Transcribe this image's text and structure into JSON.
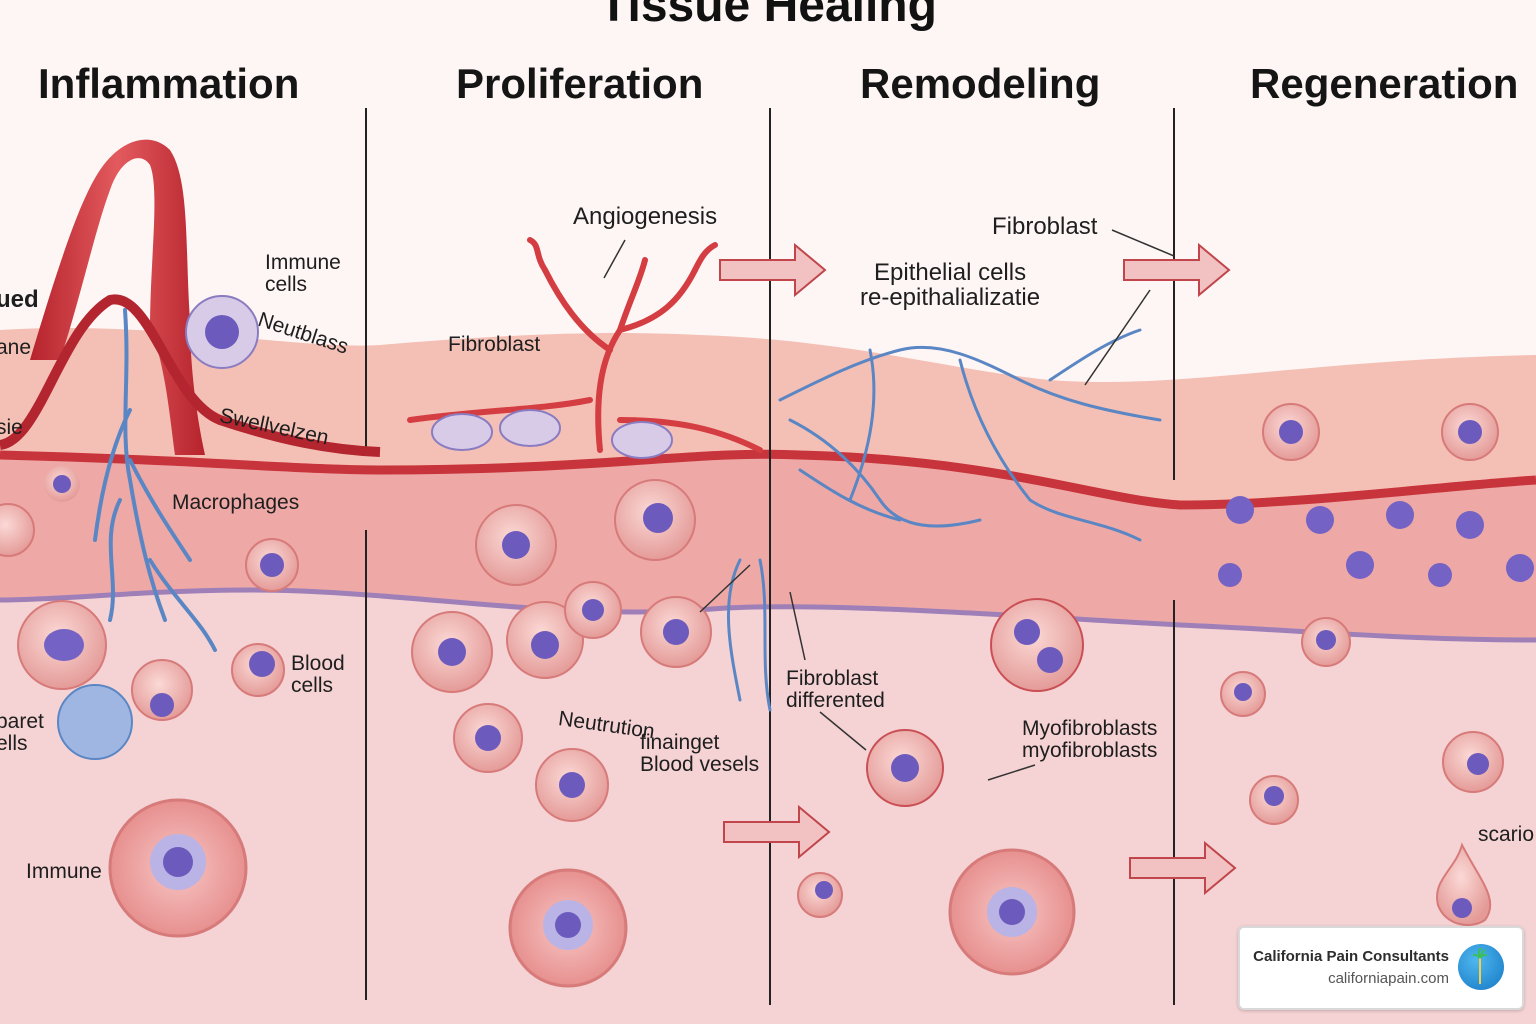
{
  "title": "Tissue Healing",
  "phases": [
    "Inflammation",
    "Proliferation",
    "Remodeling",
    "Regeneration"
  ],
  "labels": {
    "injured_partial": "ued",
    "tissue_partial": "ane",
    "swelling_partial": "sie",
    "immune_cells": "Immune\ncells",
    "neutblass": "Neutblass",
    "swellvelzen": "Swellvelzen",
    "macrophages": "Macrophages",
    "blood_cells": "Blood\ncells",
    "platelet_partial": "paret\nells",
    "immune": "Immune",
    "angiogenesis": "Angiogenesis",
    "fibroblast_prolif": "Fibroblast",
    "neutrution": "Neutrution",
    "finainget_blood_vessels": "finainget\nBlood vesels",
    "fibroblast_remodel": "Fibroblast",
    "epithelial_cells": "Epithelial cells\nre-epithalializatie",
    "fibroblast_differentiated": "Fibroblast\ndifferented",
    "myofibroblasts": "Myofibroblasts\nmyofibroblasts",
    "scarring_partial": "scario"
  },
  "watermark": {
    "name": "California Pain Consultants",
    "url": "californiapain.com",
    "logo_icon": "palm-tree-logo-icon"
  },
  "colors": {
    "vessel_red": "#c9333b",
    "nerve_blue": "#5b86c4",
    "cell_nucleus": "#6c5bbd",
    "tissue_pink": "#f4c9c9",
    "skin_top": "#f0b3a8"
  }
}
